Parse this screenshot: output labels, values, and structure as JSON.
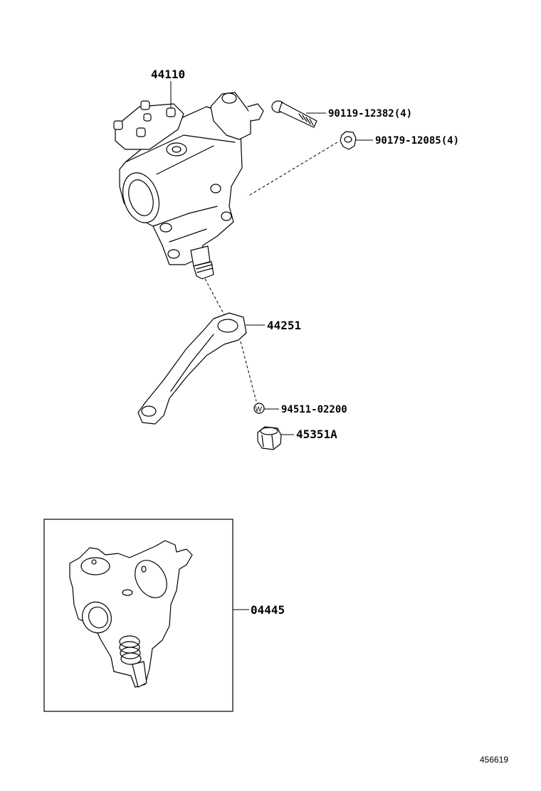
{
  "parts": {
    "steering_gear": {
      "number": "44110"
    },
    "bolt": {
      "number": "90119-12382",
      "qty": "(4)"
    },
    "nut": {
      "number": "90179-12085",
      "qty": "(4)"
    },
    "pitman_arm": {
      "number": "44251"
    },
    "washer": {
      "number": "94511-02200",
      "symbol": "W"
    },
    "cap": {
      "number": "45351A"
    },
    "gasket_kit": {
      "number": "04445"
    }
  },
  "diagram_code": "456619"
}
